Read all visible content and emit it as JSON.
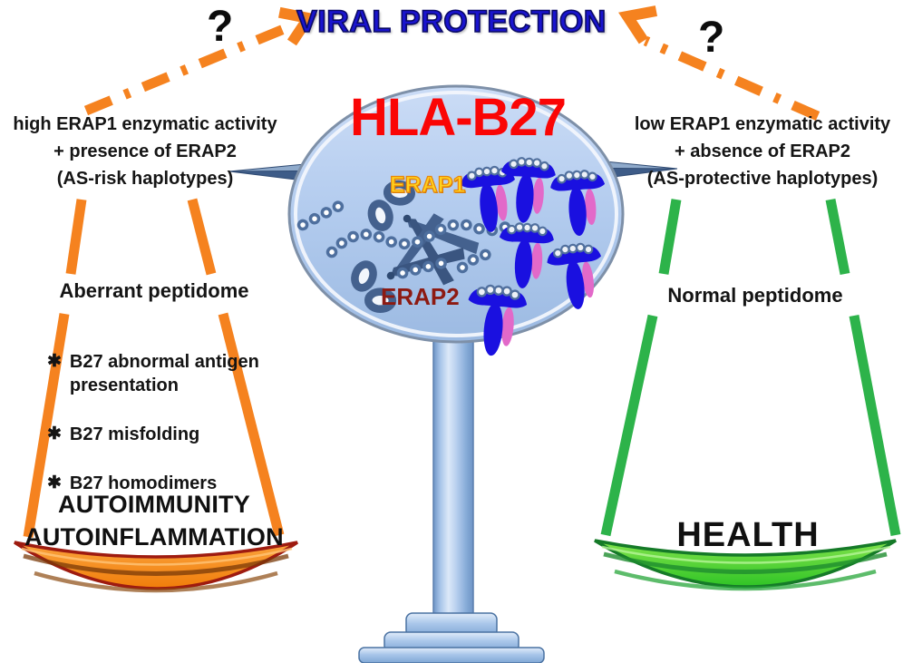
{
  "figure": {
    "title": "VIRAL PROTECTION",
    "question_left": "?",
    "question_right": "?"
  },
  "scale": {
    "name": "HLA-B27",
    "erap1": "ERAP1",
    "erap2": "ERAP2"
  },
  "left_pathway": {
    "condition_line1": "high ERAP1 enzymatic activity",
    "condition_line2": "+ presence of ERAP2",
    "condition_line3": "(AS-risk haplotypes)",
    "funnel_heading": "Aberrant peptidome",
    "bullet_glyph": "✱",
    "bullets": [
      "B27 abnormal antigen presentation",
      "B27 misfolding",
      "B27 homodimers"
    ],
    "outcome_line1": "AUTOIMMUNITY",
    "outcome_line2": "AUTOINFLAMMATION"
  },
  "right_pathway": {
    "condition_line1": "low ERAP1 enzymatic activity",
    "condition_line2": "+ absence of ERAP2",
    "condition_line3": "(AS-protective haplotypes)",
    "funnel_heading": "Normal peptidome",
    "outcome": "HEALTH"
  },
  "colors": {
    "orange": "#F5821F",
    "green": "#2DB34A",
    "title_blue": "#1A14CF",
    "hla_red": "#FA0505",
    "erap1_yellow": "#FFD21E",
    "erap2_dark_red": "#8D1A12",
    "ellipse_fill": "#B4CCEE",
    "steel_blue": "#44618E",
    "molecule_blue": "#1A10E0",
    "molecule_pink": "#E269C9",
    "basket_orange": "#F68A1E",
    "basket_green": "#45D337"
  }
}
